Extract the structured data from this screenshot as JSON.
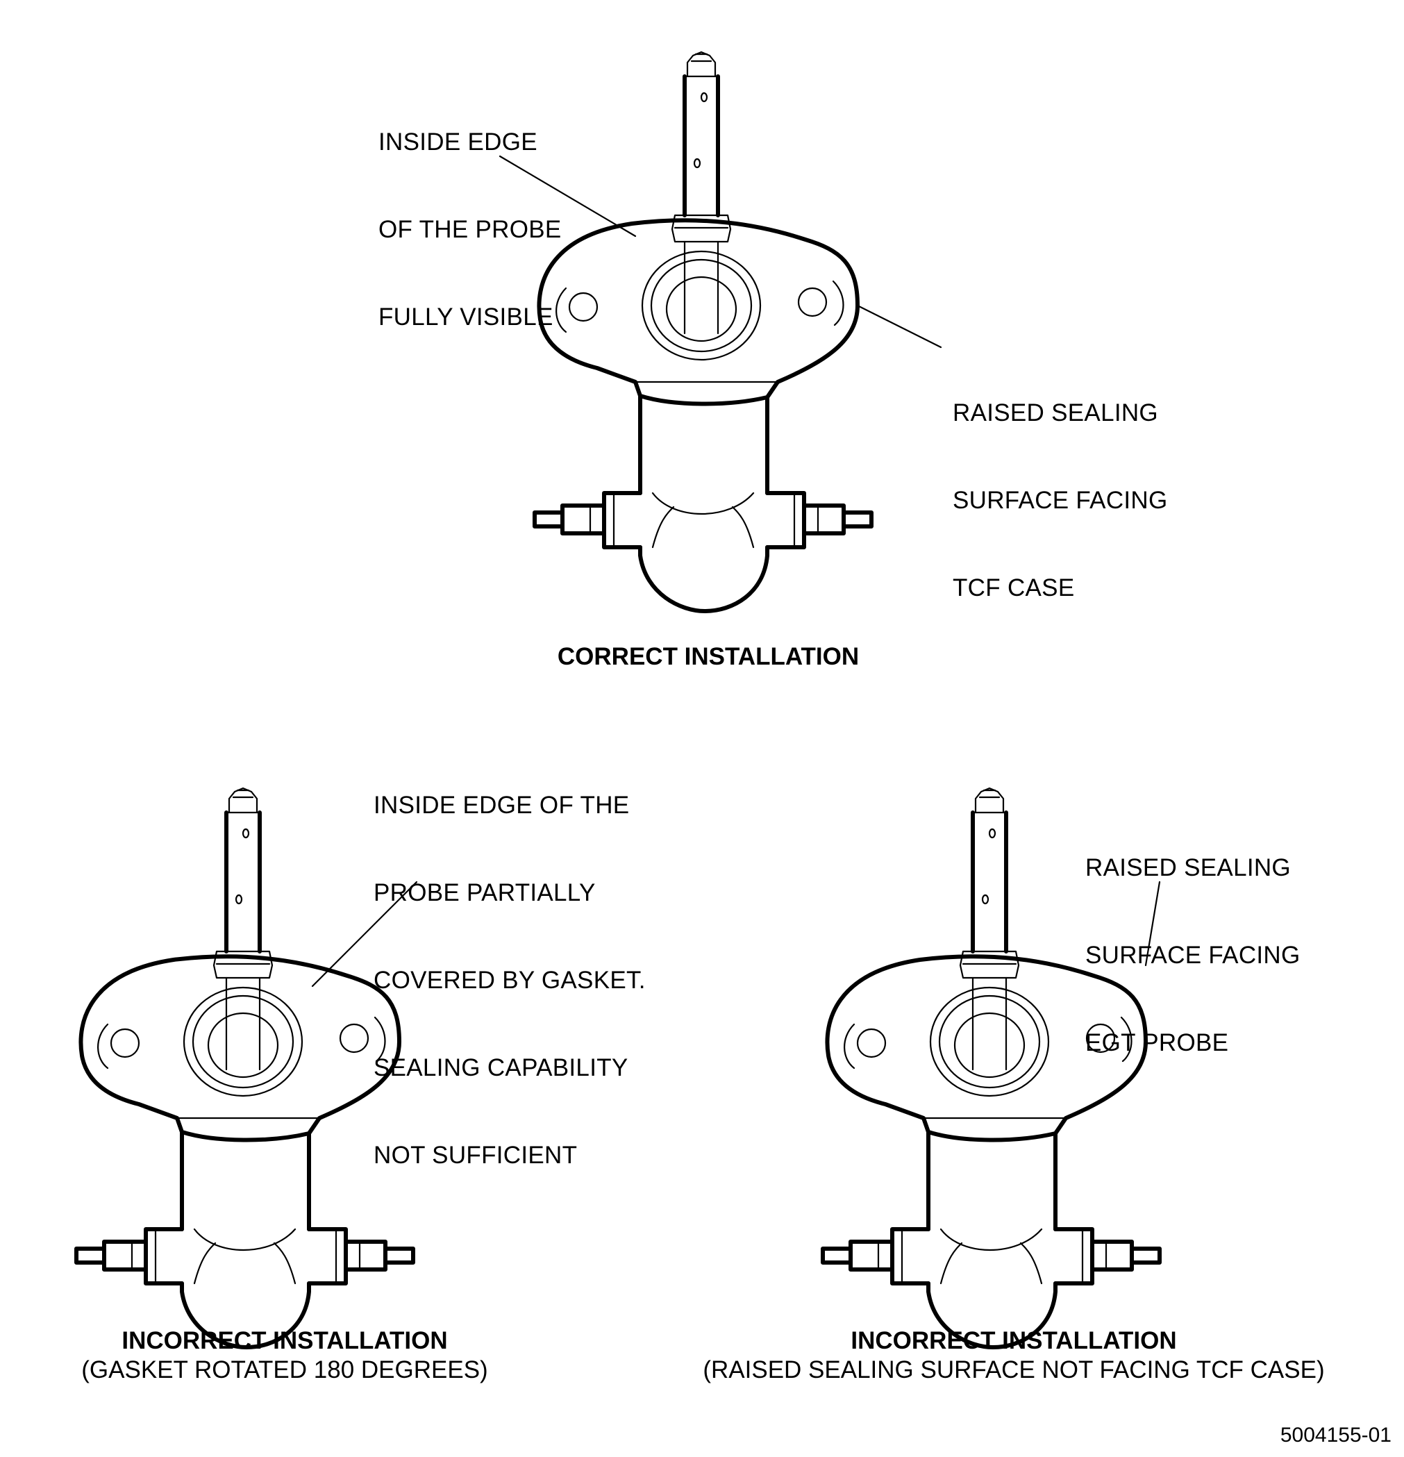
{
  "panels": [
    {
      "callouts": [
        {
          "lines": [
            "INSIDE EDGE",
            "OF THE PROBE",
            "FULLY VISIBLE"
          ]
        },
        {
          "lines": [
            "RAISED SEALING",
            "SURFACE FACING",
            "TCF CASE"
          ]
        }
      ],
      "caption": {
        "title": "CORRECT INSTALLATION",
        "subtitle": ""
      }
    },
    {
      "callouts": [
        {
          "lines": [
            "INSIDE EDGE OF THE",
            "PROBE PARTIALLY",
            "COVERED BY GASKET.",
            "SEALING CAPABILITY",
            "NOT SUFFICIENT"
          ]
        }
      ],
      "caption": {
        "title": "INCORRECT INSTALLATION",
        "subtitle": "(GASKET ROTATED 180 DEGREES)"
      }
    },
    {
      "callouts": [
        {
          "lines": [
            "RAISED SEALING",
            "SURFACE FACING",
            "EGT PROBE"
          ]
        }
      ],
      "caption": {
        "title": "INCORRECT INSTALLATION",
        "subtitle": "(RAISED SEALING SURFACE NOT FACING TCF CASE)"
      }
    }
  ],
  "figure_id": "5004155-01"
}
